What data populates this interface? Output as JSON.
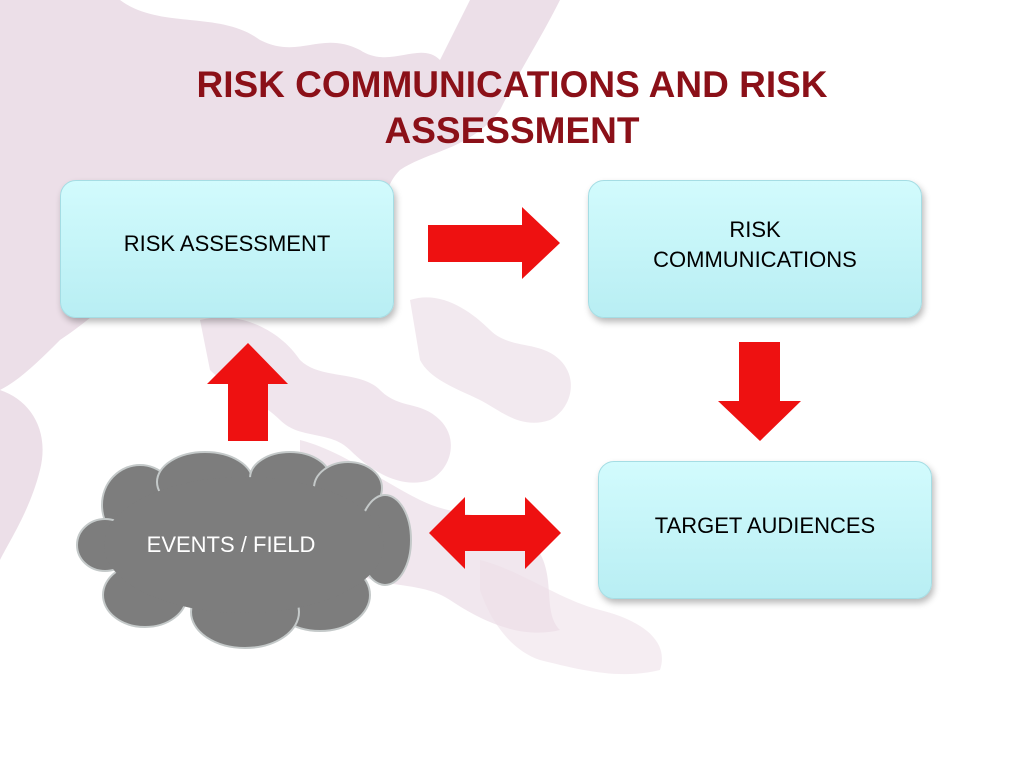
{
  "title": {
    "line1": "RISK COMMUNICATIONS AND RISK",
    "line2": "ASSESSMENT"
  },
  "nodes": {
    "risk_assessment": "RISK ASSESSMENT",
    "risk_communications": {
      "line1": "RISK",
      "line2": "COMMUNICATIONS"
    },
    "target_audiences": "TARGET AUDIENCES",
    "events_field": "EVENTS / FIELD"
  },
  "colors": {
    "title": "#8b1018",
    "arrow": "#ee1111",
    "box_fill": "#c6f6f9",
    "cloud_fill": "#7d7d7d",
    "map_background": "#ecdfe8"
  },
  "edges": [
    {
      "from": "risk_assessment",
      "to": "risk_communications",
      "arrow": "right"
    },
    {
      "from": "risk_communications",
      "to": "target_audiences",
      "arrow": "down"
    },
    {
      "from": "events_field",
      "to": "target_audiences",
      "arrow": "bidirectional"
    },
    {
      "from": "events_field",
      "to": "risk_assessment",
      "arrow": "up"
    }
  ]
}
